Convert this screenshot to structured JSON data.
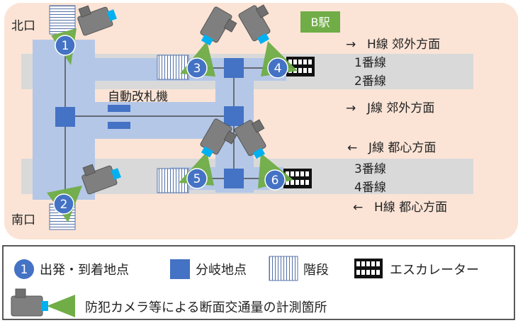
{
  "station": {
    "badge": "B駅",
    "exits": {
      "north": "北口",
      "south": "南口"
    },
    "gates_label": "自動改札機",
    "lines": [
      {
        "arrow": "→",
        "direction_label": "H線 郊外方面"
      },
      {
        "arrow": "→",
        "direction_label": "J線 郊外方面"
      },
      {
        "arrow": "←",
        "direction_label": "J線 都心方面"
      },
      {
        "arrow": "←",
        "direction_label": "H線 都心方面"
      }
    ],
    "tracks": [
      "1番線",
      "2番線",
      "3番線",
      "4番線"
    ],
    "points": [
      "1",
      "2",
      "3",
      "4",
      "5",
      "6"
    ]
  },
  "legend": {
    "point_number": "1",
    "start_end": "出発・到着地点",
    "branch": "分岐地点",
    "stairs": "階段",
    "escalator": "エスカレーター",
    "camera": "防犯カメラ等による断面交通量の計測箇所"
  },
  "colors": {
    "station_bg": "#fbe4d6",
    "platform": "#d9d9d9",
    "concourse": "#b4c7e7",
    "node": "#4472c4",
    "badge": "#70ad47",
    "cone": "#70ad47",
    "camera": "#7f7f7f",
    "lens": "#00b0f0"
  }
}
